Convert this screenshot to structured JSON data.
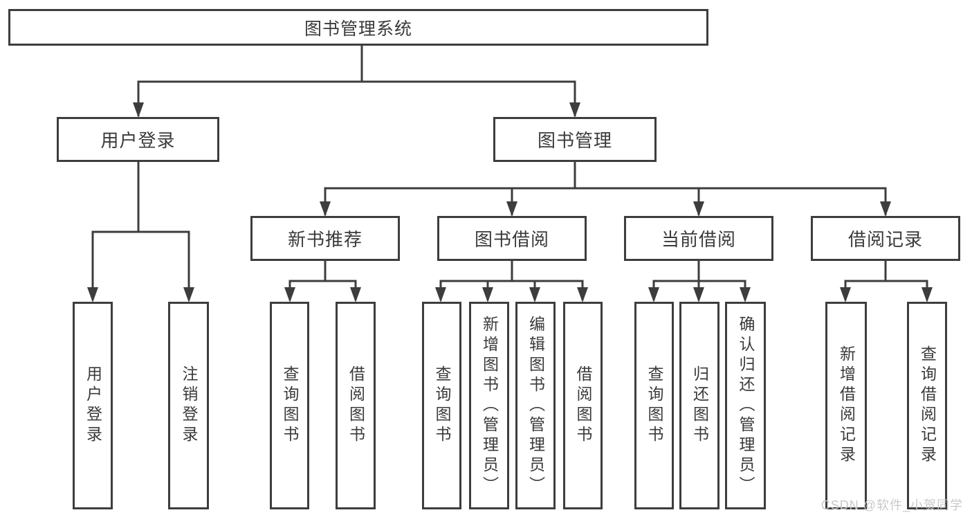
{
  "diagram_title": "图书管理系统",
  "tree": {
    "root": {
      "label": "图书管理系统",
      "children": [
        {
          "label": "用户登录",
          "children": [
            {
              "label": "用户登录"
            },
            {
              "label": "注销登录"
            }
          ]
        },
        {
          "label": "图书管理",
          "children": [
            {
              "label": "新书推荐",
              "children": [
                {
                  "label": "查询图书"
                },
                {
                  "label": "借阅图书"
                }
              ]
            },
            {
              "label": "图书借阅",
              "children": [
                {
                  "label": "查询图书"
                },
                {
                  "label": "新增图书（管理员）"
                },
                {
                  "label": "编辑图书（管理员）"
                },
                {
                  "label": "借阅图书"
                }
              ]
            },
            {
              "label": "当前借阅",
              "children": [
                {
                  "label": "查询图书"
                },
                {
                  "label": "归还图书"
                },
                {
                  "label": "确认归还（管理员）"
                }
              ]
            },
            {
              "label": "借阅记录",
              "children": [
                {
                  "label": "新增借阅记录"
                },
                {
                  "label": "查询借阅记录"
                }
              ]
            }
          ]
        }
      ]
    }
  },
  "watermark": {
    "text": "CSDN @软件_小贺同学"
  },
  "colors": {
    "line": "#3d3d3d",
    "text": "#3a3a3a",
    "watermark": "#c9c9c9",
    "background": "#ffffff"
  }
}
